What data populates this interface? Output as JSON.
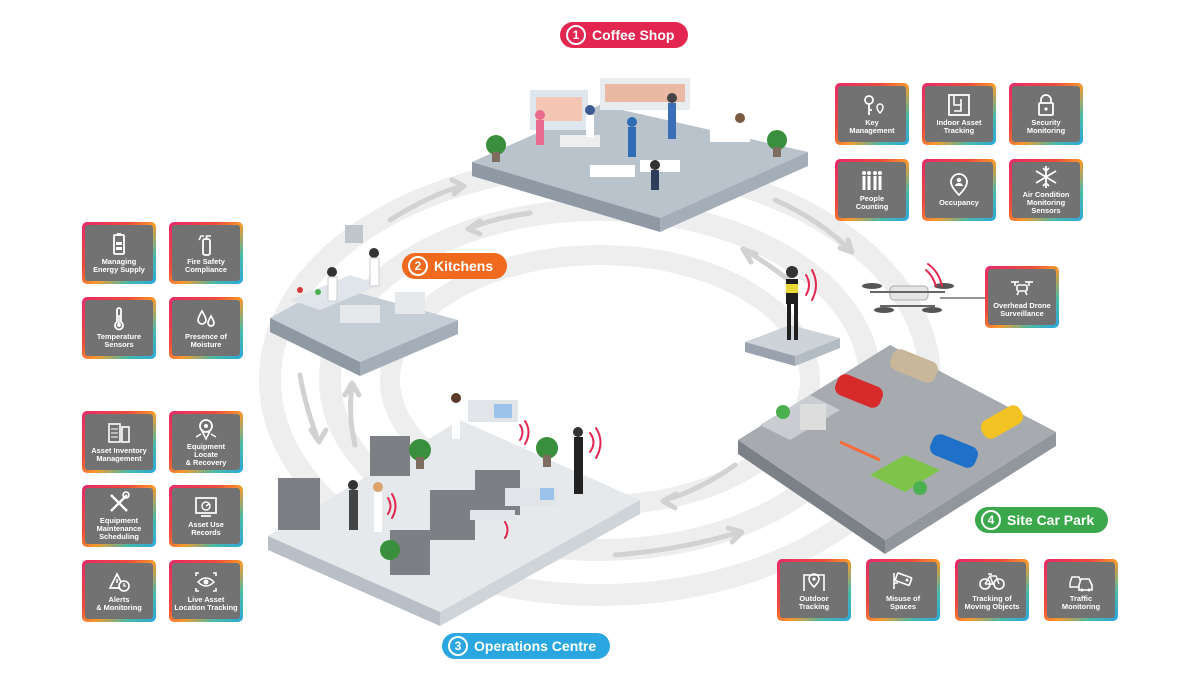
{
  "colors": {
    "coffee": "#e3264f",
    "kitchens": "#ef6a1e",
    "operations": "#2aa7e0",
    "carpark": "#3aa84b",
    "tile_bg": "#727272",
    "ring": "#ececec",
    "platform": "#9aa3ad"
  },
  "zones": {
    "coffee_shop": {
      "number": "1",
      "label": "Coffee Shop"
    },
    "kitchens": {
      "number": "2",
      "label": "Kitchens"
    },
    "operations_centre": {
      "number": "3",
      "label": "Operations Centre"
    },
    "site_car_park": {
      "number": "4",
      "label": "Site Car Park"
    }
  },
  "tiles": {
    "key_management": {
      "label": "Key\nManagement",
      "icon": "key-pin-icon"
    },
    "indoor_asset_tracking": {
      "label": "Indoor Asset\nTracking",
      "icon": "floorplan-icon"
    },
    "security_monitoring": {
      "label": "Security\nMonitoring",
      "icon": "padlock-icon"
    },
    "people_counting": {
      "label": "People\nCounting",
      "icon": "people-icon"
    },
    "occupancy": {
      "label": "Occupancy",
      "icon": "person-pin-icon"
    },
    "air_condition": {
      "label": "Air Condition\nMonitoring Sensors",
      "icon": "snowflake-icon"
    },
    "overhead_drone": {
      "label": "Overhead Drone\nSurveillance",
      "icon": "drone-icon"
    },
    "managing_energy": {
      "label": "Managing\nEnergy Supply",
      "icon": "battery-icon"
    },
    "fire_safety": {
      "label": "Fire Safety\nCompliance",
      "icon": "fire-extinguisher-icon"
    },
    "temperature_sensors": {
      "label": "Temperature\nSensors",
      "icon": "thermometer-icon"
    },
    "presence_moisture": {
      "label": "Presence of\nMoisture",
      "icon": "droplets-icon"
    },
    "asset_inventory": {
      "label": "Asset Inventory\nManagement",
      "icon": "inventory-icon"
    },
    "equipment_locate": {
      "label": "Equipment Locate\n& Recovery",
      "icon": "locate-icon"
    },
    "equipment_maintenance": {
      "label": "Equipment\nMaintenance\nScheduling",
      "icon": "tools-icon"
    },
    "asset_use_records": {
      "label": "Asset Use\nRecords",
      "icon": "gauge-screen-icon"
    },
    "alerts_monitoring": {
      "label": "Alerts\n& Monitoring",
      "icon": "alert-clock-icon"
    },
    "live_asset_location": {
      "label": "Live Asset\nLocation Tracking",
      "icon": "eye-scan-icon"
    },
    "outdoor_tracking": {
      "label": "Outdoor\nTracking",
      "icon": "map-pin-icon"
    },
    "misuse_spaces": {
      "label": "Misuse of\nSpaces",
      "icon": "cctv-icon"
    },
    "tracking_moving": {
      "label": "Tracking of\nMoving Objects",
      "icon": "bicycle-icon"
    },
    "traffic_monitoring": {
      "label": "Traffic\nMonitoring",
      "icon": "cars-icon"
    }
  }
}
